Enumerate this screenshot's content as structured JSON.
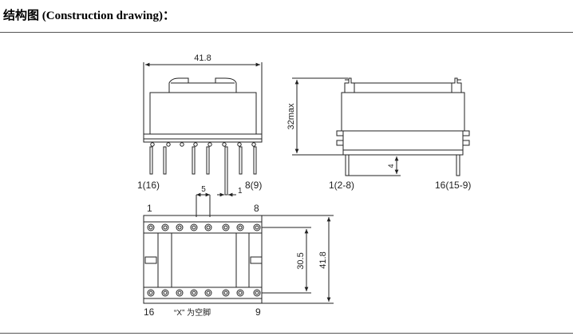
{
  "header": {
    "title_cn": "结构图",
    "title_en": "(Construction drawing)",
    "title_suffix": "："
  },
  "dimensions": {
    "width_top": "41.8",
    "height_side": "32max",
    "pin_length": "4",
    "pin_pitch": "5",
    "pin_width": "1",
    "row_spacing": "30.5",
    "total_depth": "41.8"
  },
  "pin_labels": {
    "front_left": "1(16)",
    "front_right": "8(9)",
    "side_left": "1(2-8)",
    "side_right": "16(15-9)",
    "bottom_top_left": "1",
    "bottom_top_right": "8",
    "bottom_bot_left": "16",
    "bottom_bot_right": "9"
  },
  "notes": {
    "empty_pin": "“X” 为空脚"
  },
  "colors": {
    "line": "#222222",
    "rule": "#555555"
  }
}
